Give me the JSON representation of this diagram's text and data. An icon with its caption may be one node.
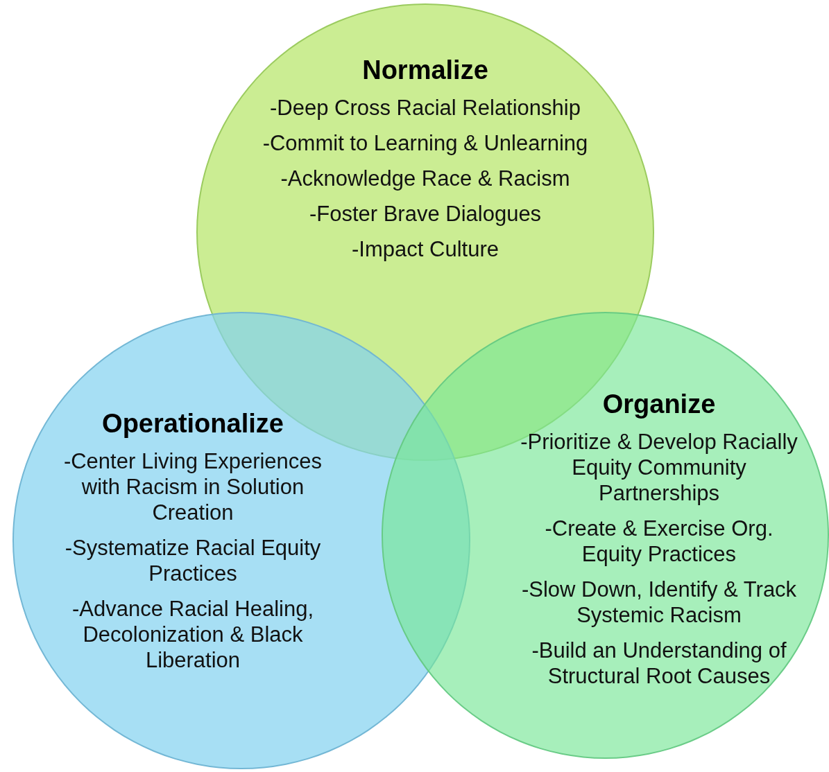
{
  "diagram": {
    "nodes": [
      {
        "text": [
          "Normalize",
          "-Deep Cross Racial Relationship",
          "-Commit to Learning & Unlearning",
          "-Acknowledge Race & Racism",
          "-Foster Brave Dialogues",
          "-Impact Culture"
        ]
      },
      {
        "text": [
          "Operationalize",
          "-Center Living Experiences with Racism in Solution Creation",
          "-Systematize Racial Equity Practices",
          "-Advance Racial Healing, Decolonization & Black Liberation"
        ]
      },
      {
        "text": [
          "Organize",
          "-Prioritize & Develop Racially Equity Community Partnerships",
          "-Create & Exercise Org. Equity Practices",
          "-Slow Down, Identify & Track Systemic Racism",
          "-Build an Understanding of Structural Root Causes"
        ]
      }
    ],
    "edges": []
  }
}
